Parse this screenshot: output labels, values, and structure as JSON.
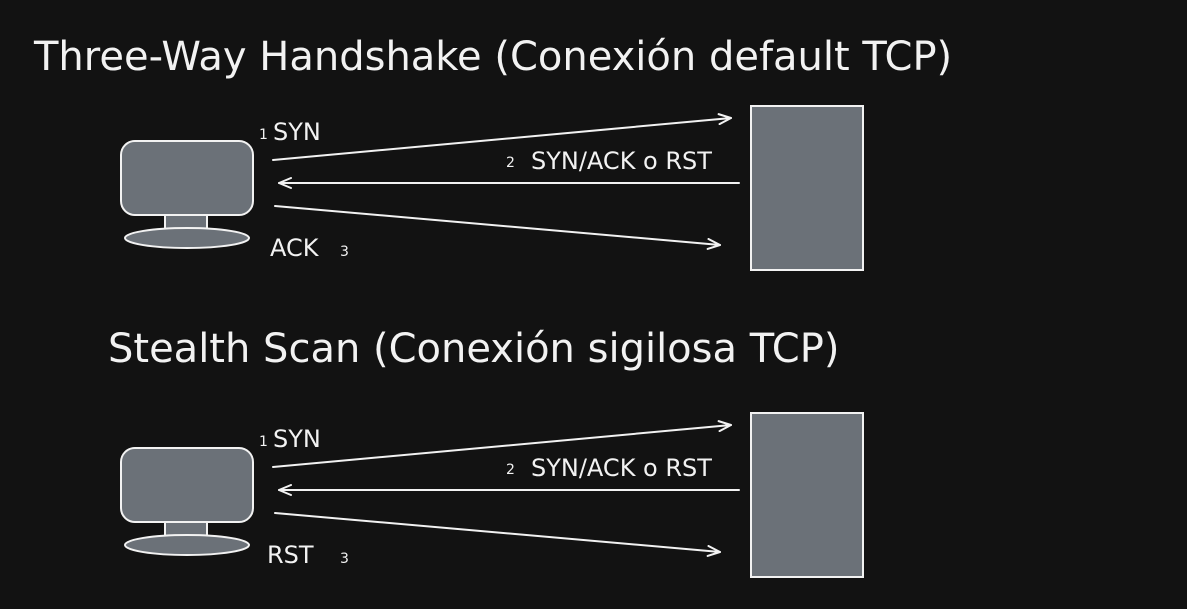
{
  "colors": {
    "background": "#121212",
    "stroke": "#f2f2f2",
    "fill": "#6b7178"
  },
  "diagrams": [
    {
      "title": "Three-Way Handshake (Conexión default TCP)",
      "step1": {
        "num": "1",
        "label": "SYN"
      },
      "step2": {
        "num": "2",
        "label": "SYN/ACK o RST"
      },
      "step3": {
        "num": "3",
        "label": "ACK"
      }
    },
    {
      "title": "Stealth Scan (Conexión sigilosa TCP)",
      "step1": {
        "num": "1",
        "label": "SYN"
      },
      "step2": {
        "num": "2",
        "label": "SYN/ACK o RST"
      },
      "step3": {
        "num": "3",
        "label": "RST"
      }
    }
  ]
}
